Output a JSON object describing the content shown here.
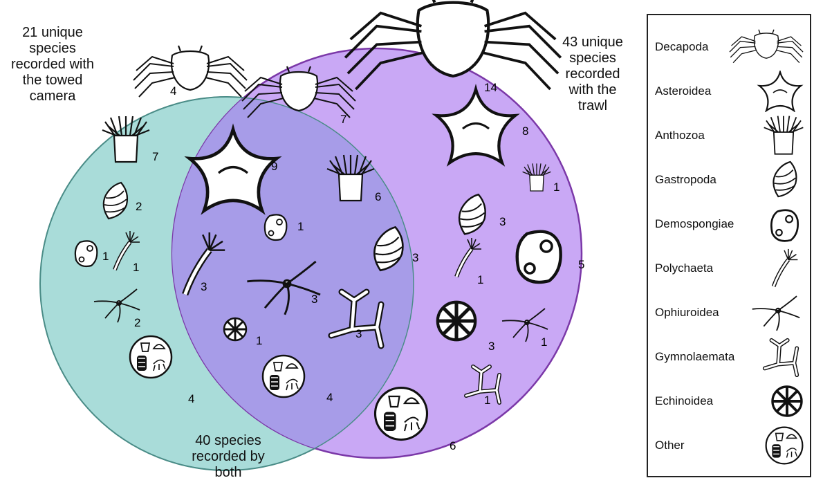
{
  "labels": {
    "camera_unique": [
      "21 unique",
      "species",
      "recorded with",
      "the towed",
      "camera"
    ],
    "trawl_unique": [
      "43 unique",
      "species",
      "recorded",
      "with the",
      "trawl"
    ],
    "both": [
      "40 species",
      "recorded by",
      "both"
    ]
  },
  "sets": [
    {
      "name": "towed camera",
      "color": "#a9dcd9"
    },
    {
      "name": "trawl",
      "color": "#c9a8f5"
    },
    {
      "name": "both",
      "color": "#a79ce8"
    }
  ],
  "counts": {
    "camera": {
      "decapoda": "4",
      "anthozoa": "7",
      "gastropoda": "2",
      "demospongiae": "1",
      "polychaeta": "1",
      "ophiuroidea": "2",
      "other": "4"
    },
    "both": {
      "decapoda": "7",
      "asteroidea": "9",
      "anthozoa": "6",
      "demospongiae": "1",
      "polychaeta": "3",
      "ophiuroidea": "3",
      "gastropoda": "3",
      "gymnolaemata": "3",
      "echinoidea": "1",
      "other": "4"
    },
    "trawl": {
      "decapoda": "14",
      "asteroidea": "8",
      "anthozoa": "1",
      "gastropoda": "3",
      "polychaeta": "1",
      "demospongiae": "5",
      "echinoidea": "3",
      "ophiuroidea": "1",
      "gymnolaemata": "1",
      "other": "6"
    }
  },
  "legend": [
    {
      "name": "Decapoda",
      "icon": "crab-icon"
    },
    {
      "name": "Asteroidea",
      "icon": "starfish-icon"
    },
    {
      "name": "Anthozoa",
      "icon": "anemone-icon"
    },
    {
      "name": "Gastropoda",
      "icon": "shell-icon"
    },
    {
      "name": "Demospongiae",
      "icon": "sponge-icon"
    },
    {
      "name": "Polychaeta",
      "icon": "worm-icon"
    },
    {
      "name": "Ophiuroidea",
      "icon": "brittlestar-icon"
    },
    {
      "name": "Gymnolaemata",
      "icon": "bryozoan-icon"
    },
    {
      "name": "Echinoidea",
      "icon": "urchin-icon"
    },
    {
      "name": "Other",
      "icon": "other-icon"
    }
  ]
}
